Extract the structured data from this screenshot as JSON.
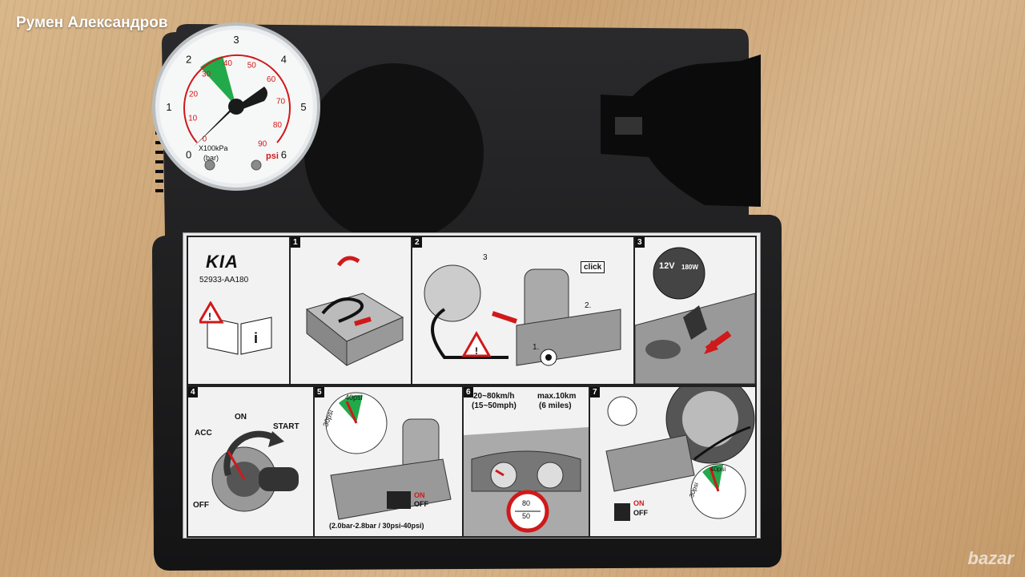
{
  "watermark": "Румен Александров",
  "site_logo": "bazar",
  "gauge": {
    "unit_bar": "X100kPa\n(bar)",
    "unit_bar_line1": "X100kPa",
    "unit_bar_line2": "(bar)",
    "unit_psi": "psi",
    "bar_ticks": [
      "0",
      "1",
      "2",
      "3",
      "4",
      "5",
      "6"
    ],
    "psi_ticks": [
      "0",
      "10",
      "20",
      "30",
      "40",
      "50",
      "60",
      "70",
      "80",
      "90"
    ],
    "needle_value_psi": 0
  },
  "label": {
    "brand": "KIA",
    "part_number": "52933-AA180",
    "panels": {
      "p1": "1",
      "p2": "2",
      "p3": "3",
      "p4": "4",
      "p5": "5",
      "p6": "6",
      "p7": "7"
    },
    "click": "click",
    "power": "12V",
    "power_w": "180W",
    "acc": "ACC",
    "on": "ON",
    "start": "START",
    "off": "OFF",
    "psi30": "30psi",
    "psi40": "40psi",
    "switch_on": "ON",
    "switch_off": "OFF",
    "pressure_range": "(2.0bar-2.8bar / 30psi-40psi)",
    "speed": "20~80km/h",
    "speed_mph": "(15~50mph)",
    "distance": "max.10km",
    "distance_mi": "(6 miles)",
    "sign_top": "80",
    "sign_bottom": "50",
    "step_marks": [
      "1.",
      "2.",
      "3"
    ]
  },
  "colors": {
    "body": "#1c1c1e",
    "label_bg": "#eeeeee",
    "red": "#d0191a",
    "green": "#22a94a"
  }
}
